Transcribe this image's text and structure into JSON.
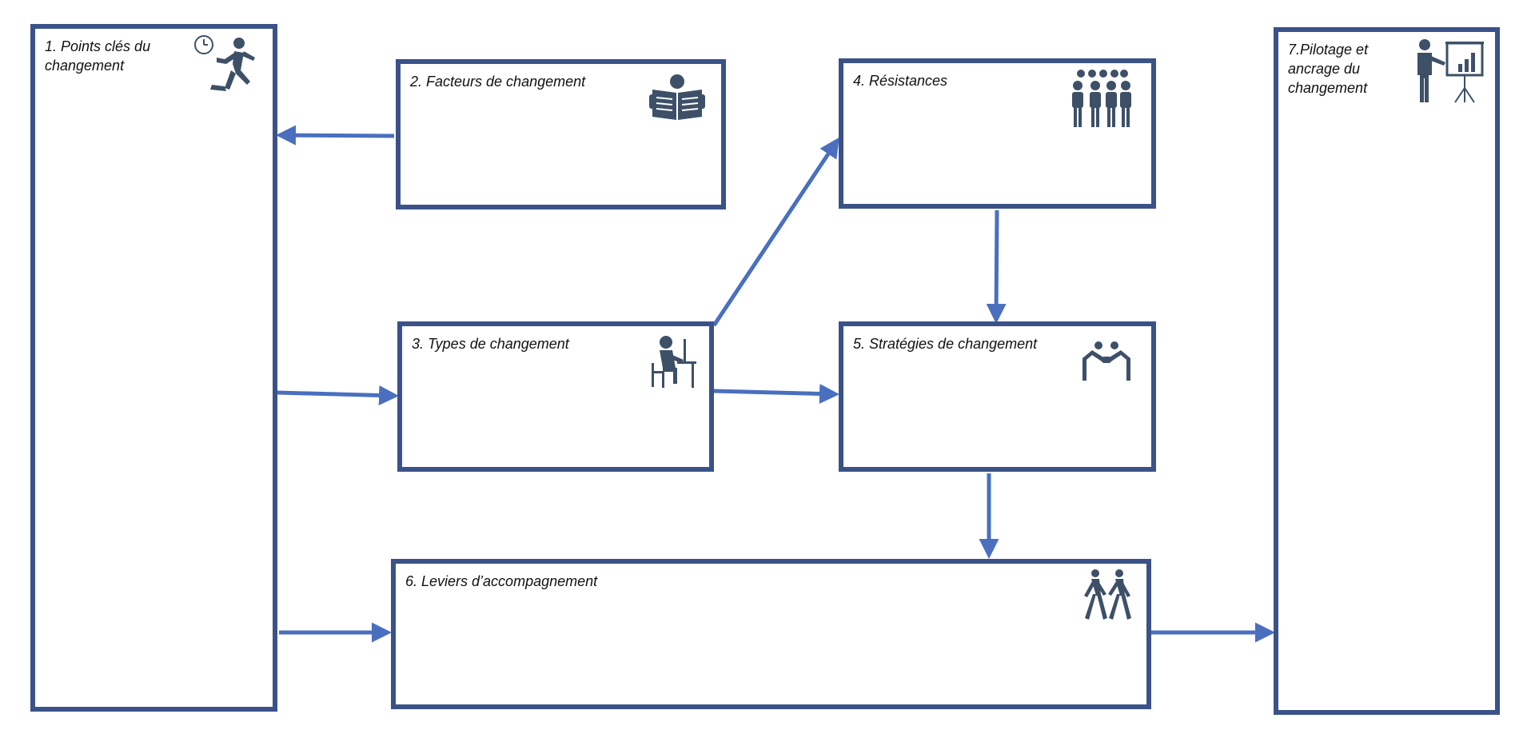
{
  "diagram": {
    "colors": {
      "box_border": "#3b5288",
      "arrow": "#4a6fbf",
      "icon": "#3d5068"
    },
    "boxes": [
      {
        "id": "b1",
        "label": "1. Points clés du changement",
        "icon": "running-person-clock-icon"
      },
      {
        "id": "b2",
        "label": "2. Facteurs de changement",
        "icon": "newspaper-reader-icon"
      },
      {
        "id": "b3",
        "label": "3. Types de changement",
        "icon": "person-at-computer-icon"
      },
      {
        "id": "b4",
        "label": "4. Résistances",
        "icon": "crowd-icon"
      },
      {
        "id": "b5",
        "label": "5. Stratégies de changement",
        "icon": "handshake-icon"
      },
      {
        "id": "b6",
        "label": "6. Leviers d’accompagnement",
        "icon": "walking-people-icon"
      },
      {
        "id": "b7",
        "label": "7.Pilotage et ancrage du changement",
        "icon": "presenter-chart-icon"
      }
    ],
    "arrows": [
      {
        "from": "b2",
        "to": "b1"
      },
      {
        "from": "b1",
        "to": "b3"
      },
      {
        "from": "b1",
        "to": "b6"
      },
      {
        "from": "b3",
        "to": "b4"
      },
      {
        "from": "b3",
        "to": "b5"
      },
      {
        "from": "b4",
        "to": "b5"
      },
      {
        "from": "b5",
        "to": "b6"
      },
      {
        "from": "b6",
        "to": "b7"
      }
    ]
  }
}
